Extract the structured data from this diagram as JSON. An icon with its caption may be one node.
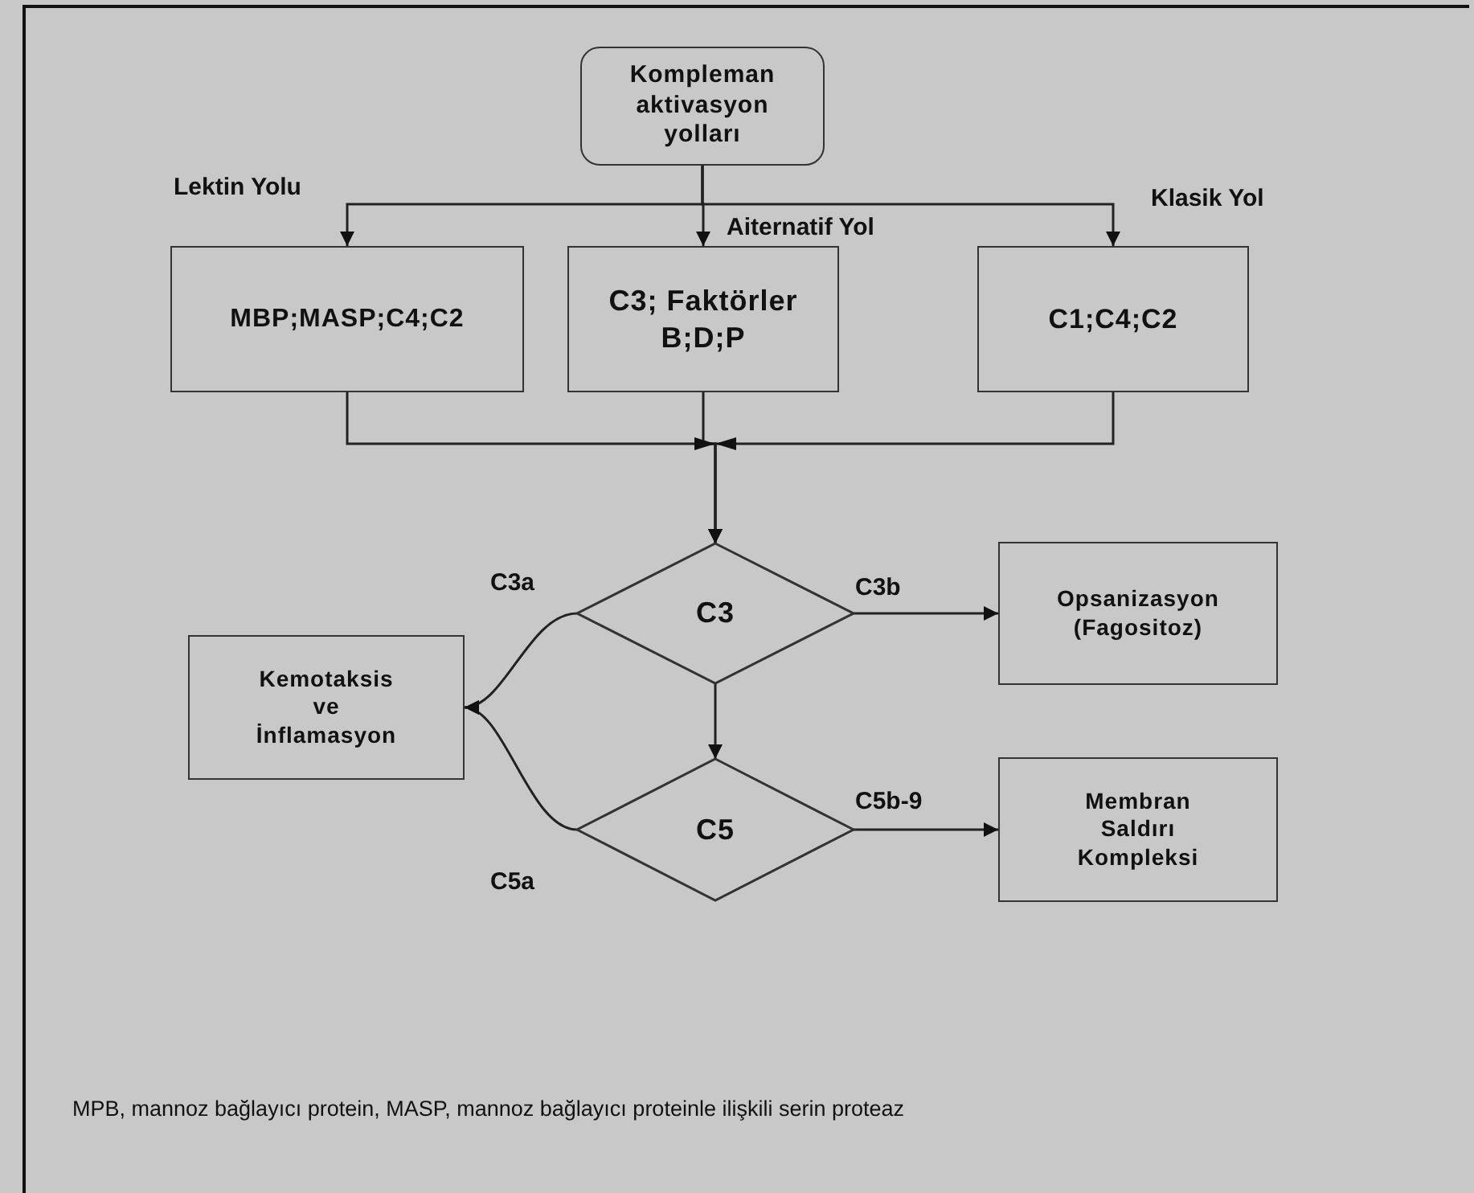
{
  "diagram": {
    "nodes": [
      {
        "text": [
          "Kompleman aktivasyon yolları"
        ]
      },
      {
        "text": [
          "MBP;MASP;C4;C2"
        ]
      },
      {
        "text": [
          "C3; Faktörler B;D;P"
        ]
      },
      {
        "text": [
          "C1;C4;C2"
        ]
      },
      {
        "text": [
          "C3"
        ]
      },
      {
        "text": [
          "C5"
        ]
      },
      {
        "text": [
          "Kemotaksis ve İnflamasyon"
        ]
      },
      {
        "text": [
          "Opsanizasyon (Fagositoz)"
        ]
      },
      {
        "text": [
          "Membran Saldırı Kompleksi"
        ]
      }
    ],
    "edges": [
      {
        "from": 0,
        "to": 1,
        "arrow": "to",
        "label": "Lektin Yolu"
      },
      {
        "from": 0,
        "to": 2,
        "arrow": "to",
        "label": "Aiternatif Yol"
      },
      {
        "from": 0,
        "to": 3,
        "arrow": "to",
        "label": "Klasik Yol"
      },
      {
        "from": 1,
        "to": 4,
        "arrow": "to"
      },
      {
        "from": 2,
        "to": 4,
        "arrow": "to"
      },
      {
        "from": 3,
        "to": 4,
        "arrow": "to"
      },
      {
        "from": 4,
        "to": 5,
        "arrow": "to"
      },
      {
        "from": 4,
        "to": 7,
        "arrow": "to",
        "label": "C3b"
      },
      {
        "from": 5,
        "to": 8,
        "arrow": "to",
        "label": "C5b-9"
      },
      {
        "from": 4,
        "to": 6,
        "arrow": "to",
        "label": "C3a"
      },
      {
        "from": 5,
        "to": 6,
        "arrow": "to",
        "label": "C5a"
      }
    ],
    "labels": [
      "MPB, mannoz bağlayıcı protein, MASP, mannoz bağlayıcı proteinle ilişkili serin proteaz"
    ]
  }
}
